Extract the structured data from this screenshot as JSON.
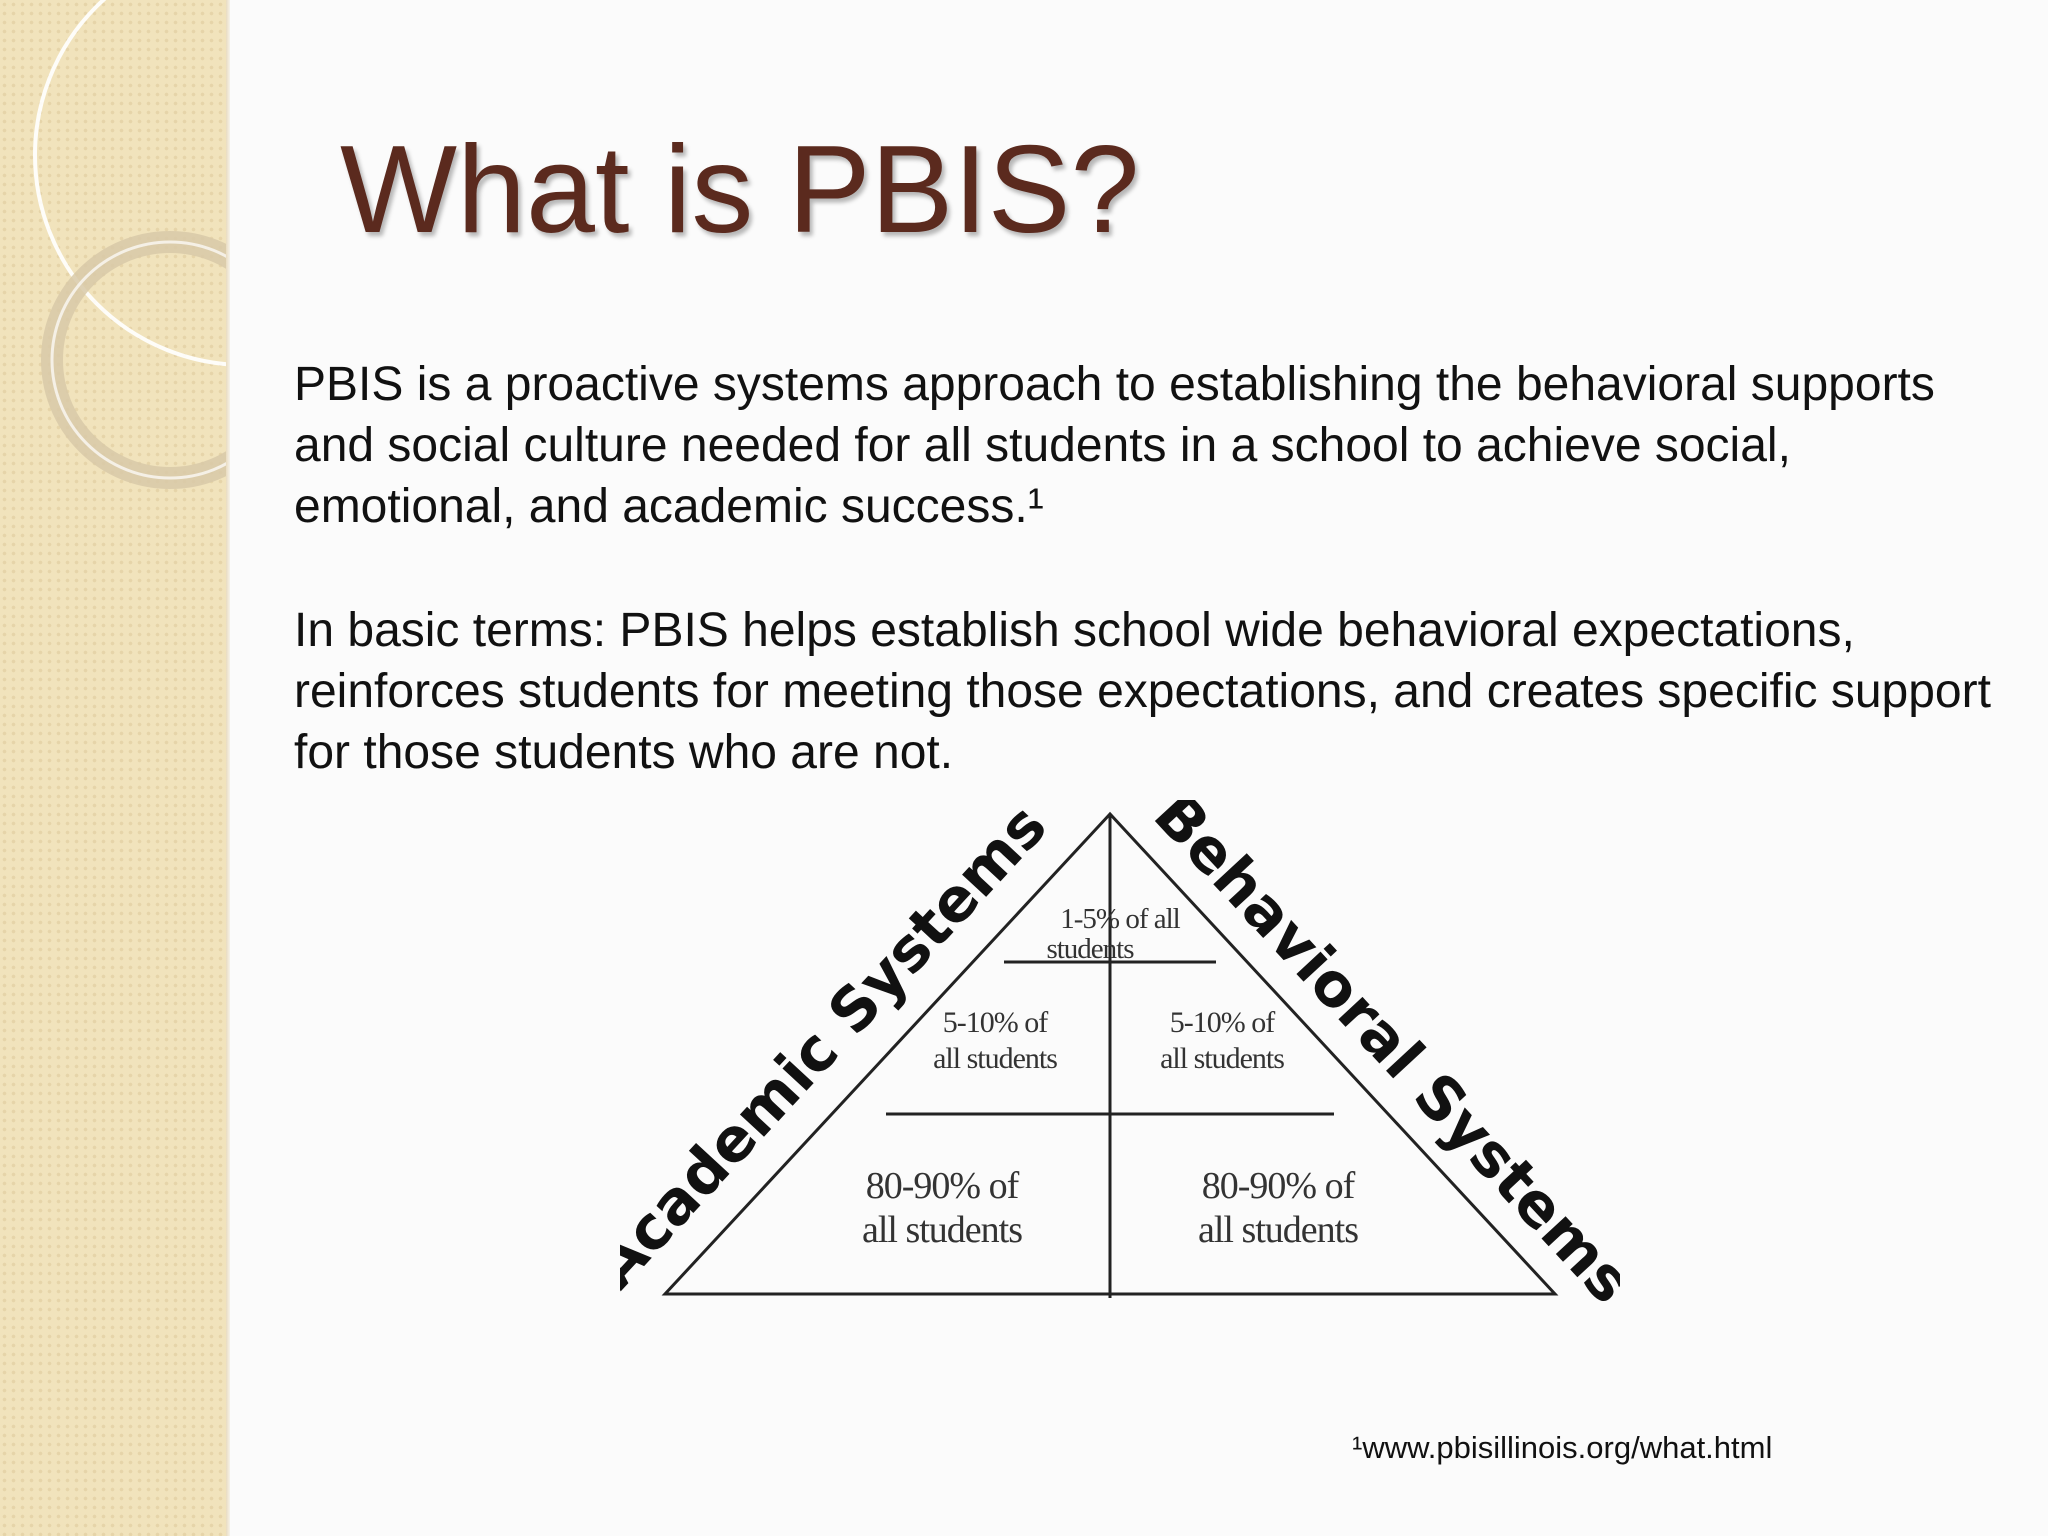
{
  "slide": {
    "title": "What is PBIS?",
    "paragraph_1": "PBIS is a proactive systems approach to establishing the behavioral supports and social culture needed for all students in a school to achieve social, emotional, and academic success.¹",
    "paragraph_2": "In basic terms: PBIS helps establish school wide behavioral expectations, reinforces students for meeting those expectations, and creates specific support for those students who are not.",
    "footnote": "¹www.pbisillinois.org/what.html",
    "colors": {
      "title": "#5b2a1e",
      "side_strip": "#f1e3bc",
      "background": "#fbfbfb"
    }
  },
  "pyramid": {
    "left_label": "Academic Systems",
    "right_label": "Behavioral Systems",
    "tiers": {
      "top_line1": "1-5% of all",
      "top_line2": "students",
      "middle_left_line1": "5-10% of",
      "middle_left_line2": "all students",
      "middle_right_line1": "5-10% of",
      "middle_right_line2": "all students",
      "bottom_left_line1": "80-90% of",
      "bottom_left_line2": "all students",
      "bottom_right_line1": "80-90% of",
      "bottom_right_line2": "all students"
    }
  }
}
